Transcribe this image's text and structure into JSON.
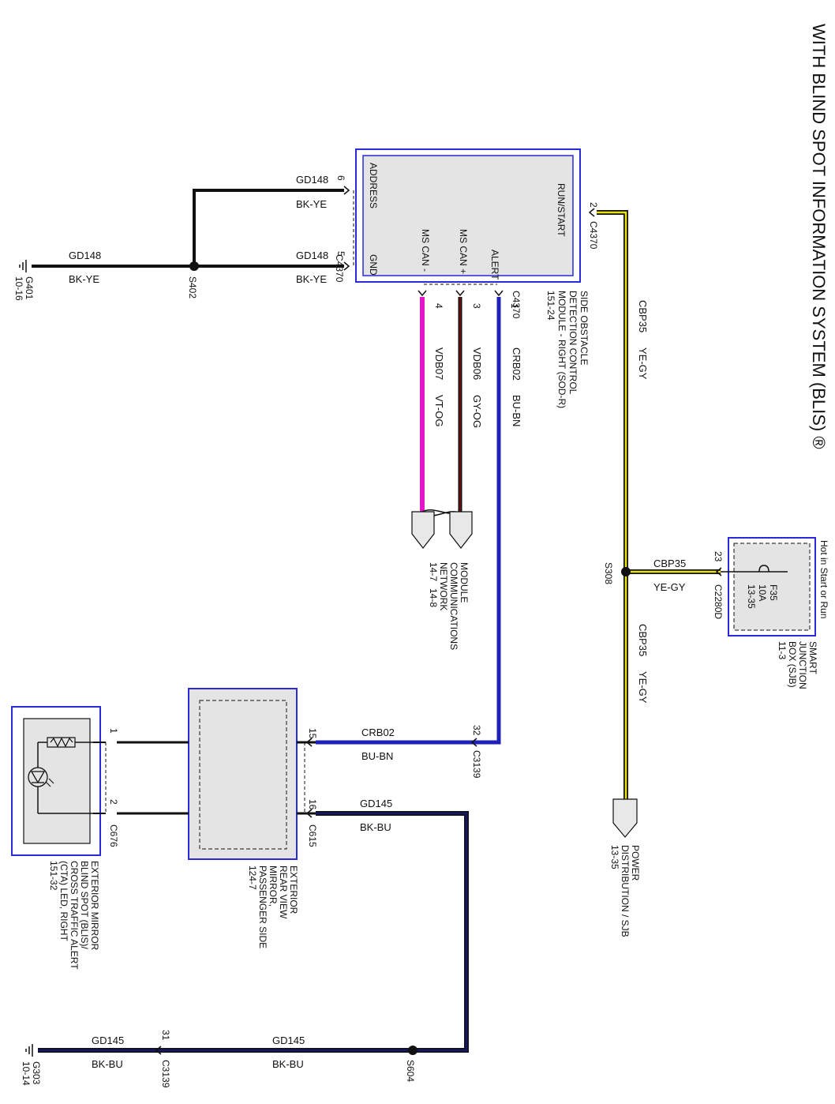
{
  "title": "WITH BLIND SPOT INFORMATION SYSTEM (BLIS) ®",
  "sod_module": {
    "pins": {
      "address": "ADDRESS",
      "gnd": "GND",
      "run_start": "RUN/START",
      "alert": "ALERT",
      "ms_can_plus": "MS CAN +",
      "ms_can_minus": "MS CAN -"
    },
    "pin_numbers": {
      "address": "6",
      "gnd": "5",
      "run_start": "2",
      "alert": "1",
      "ms_can_plus": "3",
      "ms_can_minus": "4"
    },
    "connector": "C4370",
    "caption": [
      "SIDE OBSTACLE",
      "DETECTION CONTROL",
      "MODULE - RIGHT (SOD-R)",
      "151-24"
    ]
  },
  "wires": {
    "gd148": "GD148",
    "bk_ye": "BK-YE",
    "cbp35": "CBP35",
    "ye_gy": "YE-GY",
    "crb02": "CRB02",
    "bu_bn": "BU-BN",
    "vdb06": "VDB06",
    "gy_og": "GY-OG",
    "vdb07": "VDB07",
    "vt_og": "VT-OG",
    "gd145": "GD145",
    "bk_bu": "BK-BU"
  },
  "splices": {
    "s402": "S402",
    "s308": "S308",
    "s604": "S604"
  },
  "grounds": {
    "g401": {
      "name": "G401",
      "ref": "10-16"
    },
    "g303": {
      "name": "G303",
      "ref": "10-14"
    }
  },
  "sjb": {
    "header": "Hot in Start or Run",
    "fuse": "F35",
    "amps": "10A",
    "ref": "13-35",
    "pin": "23",
    "connector": "C2280D",
    "caption": [
      "SMART",
      "JUNCTION",
      "BOX (SJB)",
      "11-3"
    ]
  },
  "power_distribution": {
    "caption": [
      "POWER",
      "DISTRIBUTION / SJB",
      "13-35"
    ]
  },
  "mcn": {
    "caption": [
      "MODULE",
      "COMMUNICATIONS",
      "NETWORK"
    ],
    "refs": {
      "a": "14-7",
      "b": "14-8"
    }
  },
  "connectors": {
    "c3139": "C3139",
    "c615": "C615",
    "c676": "C676",
    "pin32": "32",
    "pin15": "15",
    "pin16": "16",
    "pin1": "1",
    "pin2": "2",
    "pin31": "31"
  },
  "mirror": {
    "caption": [
      "EXTERIOR",
      "REAR VIEW",
      "MIRROR,",
      "PASSENGER SIDE",
      "124-7"
    ]
  },
  "led": {
    "caption": [
      "EXTERIOR MIRROR",
      "BLIND SPOT (BLIS)/",
      "CROSS TRAFFIC ALERT",
      "(CTA) LED, RIGHT",
      "151-32"
    ]
  },
  "colors": {
    "module_border": "#2a2ad8",
    "black_yellow": "#111111",
    "yellow": "#e8e010",
    "blue": "#1e22b8",
    "magenta": "#e018c8",
    "navy": "#181860",
    "dark_red": "#6a1010"
  }
}
